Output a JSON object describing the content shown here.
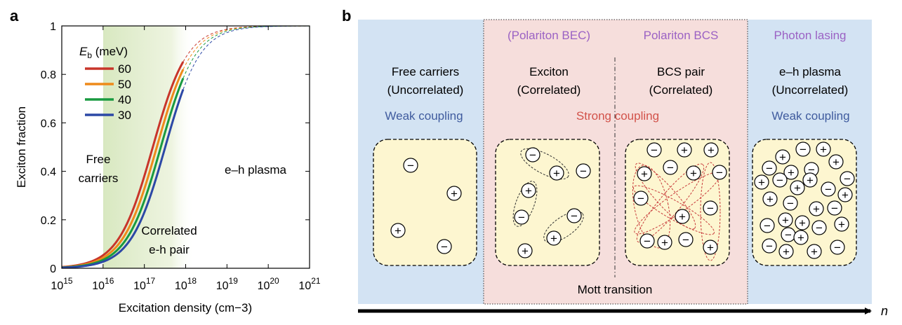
{
  "panel_a": {
    "label": "a",
    "ylabel": "Exciton fraction",
    "xlabel": "Excitation density (cm−3)",
    "legend_title_var": "E",
    "legend_title_sub": "b",
    "legend_title_unit": " (meV)",
    "region_left": [
      "Free",
      "carriers"
    ],
    "region_mid": [
      "Correlated",
      "e-h pair"
    ],
    "region_right": "e–h plasma",
    "y_ticks": [
      "0",
      "0.2",
      "0.4",
      "0.6",
      "0.8",
      "1"
    ],
    "x_tick_base": "10",
    "x_tick_exponents": [
      "15",
      "16",
      "17",
      "18",
      "19",
      "20",
      "21"
    ]
  },
  "chart_data": {
    "type": "line",
    "xlabel": "Excitation density (cm−3)",
    "ylabel": "Exciton fraction",
    "x_scale": "log",
    "xlim": [
      1000000000000000.0,
      1e+21
    ],
    "ylim": [
      0,
      1
    ],
    "grid": false,
    "legend_placement": "top-left",
    "series": [
      {
        "name": "60",
        "color": "#c8352a",
        "midpoint": 1.6e+17,
        "log_width": 0.42,
        "solid_until": 9e+17
      },
      {
        "name": "50",
        "color": "#ee8a1a",
        "midpoint": 2e+17,
        "log_width": 0.42,
        "solid_until": 9e+17
      },
      {
        "name": "40",
        "color": "#199a40",
        "midpoint": 2.5e+17,
        "log_width": 0.42,
        "solid_until": 9e+17
      },
      {
        "name": "30",
        "color": "#2c48a6",
        "midpoint": 3.2e+17,
        "log_width": 0.42,
        "solid_until": 9e+17
      }
    ]
  },
  "panel_b": {
    "label": "b",
    "axis_label": "n",
    "columns": [
      {
        "top": "",
        "lines": [
          "Free carriers",
          "(Uncorrelated)"
        ],
        "coupling": "Weak coupling"
      },
      {
        "top": "(Polariton BEC)",
        "lines": [
          "Exciton",
          "(Correlated)"
        ],
        "coupling": ""
      },
      {
        "top": "Polariton BCS",
        "lines": [
          "BCS pair",
          "(Correlated)"
        ],
        "coupling": ""
      },
      {
        "top": "Photon lasing",
        "lines": [
          "e–h plasma",
          "(Uncorrelated)"
        ],
        "coupling": "Weak coupling"
      }
    ],
    "strong_coupling": "Strong coupling",
    "mott": "Mott transition",
    "minus": "−",
    "plus": "+",
    "colors": {
      "weak_bg": "#d3e3f3",
      "strong_bg": "#f6dedc",
      "box_bg": "#fdf6d0",
      "purple": "#9b62c4",
      "blue": "#3f5b9e",
      "red": "#d2524a",
      "ellipse": "#c83c3c"
    }
  }
}
